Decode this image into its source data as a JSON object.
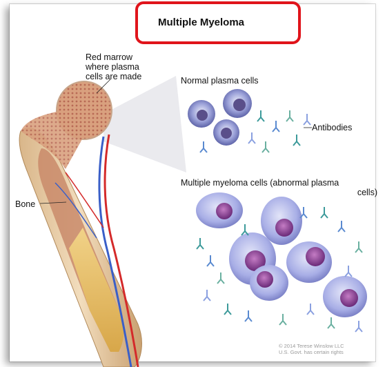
{
  "title": "Multiple Myeloma",
  "labels": {
    "marrow": [
      "Red marrow",
      "where plasma",
      "cells are made"
    ],
    "bone": "Bone",
    "normal_cells": "Normal plasma cells",
    "antibodies": "Antibodies",
    "myeloma_cells_line1": "Multiple myeloma cells (abnormal plasma",
    "myeloma_cells_line2": "cells)"
  },
  "copyright": [
    "© 2014 Terese Winslow LLC",
    "U.S. Govt. has certain rights"
  ],
  "colors": {
    "title_border": "#e0141b",
    "bone": "#e9cfa6",
    "marrow": "#c98a6e",
    "artery": "#d42a2a",
    "vein": "#3a5fc8",
    "normal_cell": "#8a8fd0",
    "myeloma_cell": "#a8aee6",
    "nucleus": "#8e3f95"
  }
}
